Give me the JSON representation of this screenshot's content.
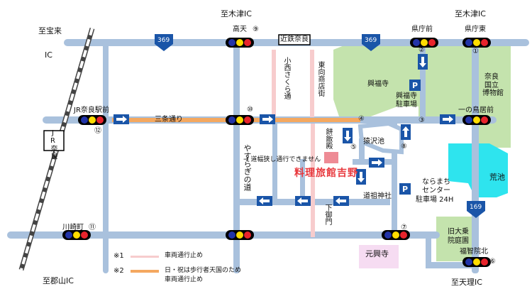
{
  "colors": {
    "road": "#a9c1dd",
    "sanjo": "#f4a860",
    "green": "#c4e3ad",
    "pond": "#2ee4ee",
    "blue_sign": "#1a55a8",
    "no_entry": "#f7cccd",
    "hotel": "#ee8b95",
    "gangoji": "#f6dcf2"
  },
  "interchanges": {
    "kizu_top_center": "至木津IC",
    "kizu_top_right": "至木津IC",
    "hodai_line1": "至宝来",
    "hodai_line2": "IC",
    "koriyama": "至郡山IC",
    "tenri": "至天理IC"
  },
  "route_shields": {
    "r369_left": "369",
    "r369_right": "369",
    "r169": "169"
  },
  "intersections": [
    {
      "name": "高天",
      "num": "⑨"
    },
    {
      "name": "県庁前",
      "num": "②"
    },
    {
      "name": "県庁東",
      "num": "①"
    },
    {
      "name": "JR奈良駅前",
      "num": "⑫"
    },
    {
      "name": "一の鳥居前",
      "num": "③"
    },
    {
      "name": "川崎町",
      "num": "⑪"
    },
    {
      "name": "福智院北",
      "num": "⑥"
    }
  ],
  "circle_nums": {
    "n10": "⑩",
    "n4": "④",
    "n5": "⑤",
    "n8": "⑧",
    "n7": "⑦"
  },
  "stations": {
    "kintetsu": "近鉄奈良",
    "jr": "JR奈良"
  },
  "streets": {
    "sanjo": "三条通り",
    "konishi": "小西さくら通",
    "higashimuki": "東向商店街",
    "yasuragi": "やすらぎの道",
    "mochiidono": "餅飯殿",
    "shimomikado": "下御門"
  },
  "places": {
    "kofukuji": "興福寺",
    "kofukuji_parking_1": "興福寺",
    "kofukuji_parking_2": "駐車場",
    "museum_1": "奈良",
    "museum_2": "国立",
    "museum_3": "博物館",
    "sarusawa": "猿沢池",
    "ara": "荒池",
    "gangoji": "元興寺",
    "kyudaijo_1": "旧大乗",
    "kyudaijo_2": "院庭園",
    "narumachi_1": "ならまち",
    "narumachi_2": "センター",
    "narumachi_3": "駐車場 24H",
    "dogu": "道祖神社",
    "hotel": "料理旅館吉野"
  },
  "parking_symbol": "P",
  "narrow_note": "→ 道幅狭し通行できません",
  "legend": {
    "n1_mark": "※1",
    "n1_text": "車両通行止め",
    "n2_mark": "※2",
    "n2_text_1": "日・祝は歩行者天国のため",
    "n2_text_2": "車両通行止め"
  }
}
